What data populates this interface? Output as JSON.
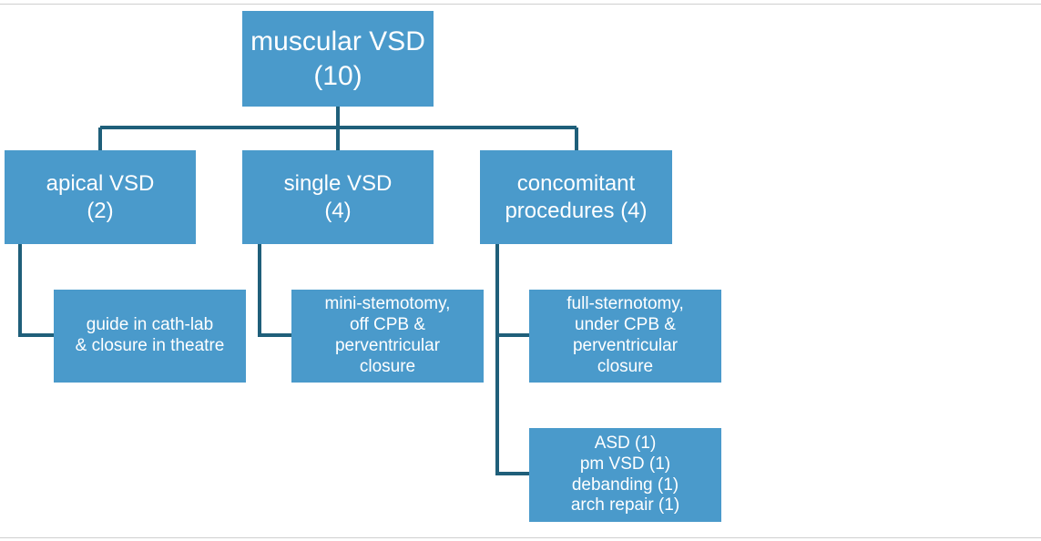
{
  "root": {
    "title": "muscular VSD\n(10)"
  },
  "branches": [
    {
      "title": "apical VSD\n(2)"
    },
    {
      "title": "single VSD\n(4)"
    },
    {
      "title": "concomitant\nprocedures (4)"
    }
  ],
  "leaves": [
    {
      "text": "guide in cath-lab\n& closure in theatre"
    },
    {
      "text": "mini-stemotomy,\noff CPB   &\nperventricular\nclosure"
    },
    {
      "text": "full-sternotomy,\nunder CPB  &\nperventricular\nclosure"
    },
    {
      "text": "ASD (1)\npm VSD (1)\ndebanding (1)\narch repair (1)"
    }
  ],
  "colors": {
    "box": "#4a9acb",
    "line": "#1f5f7a",
    "text": "#ffffff"
  }
}
